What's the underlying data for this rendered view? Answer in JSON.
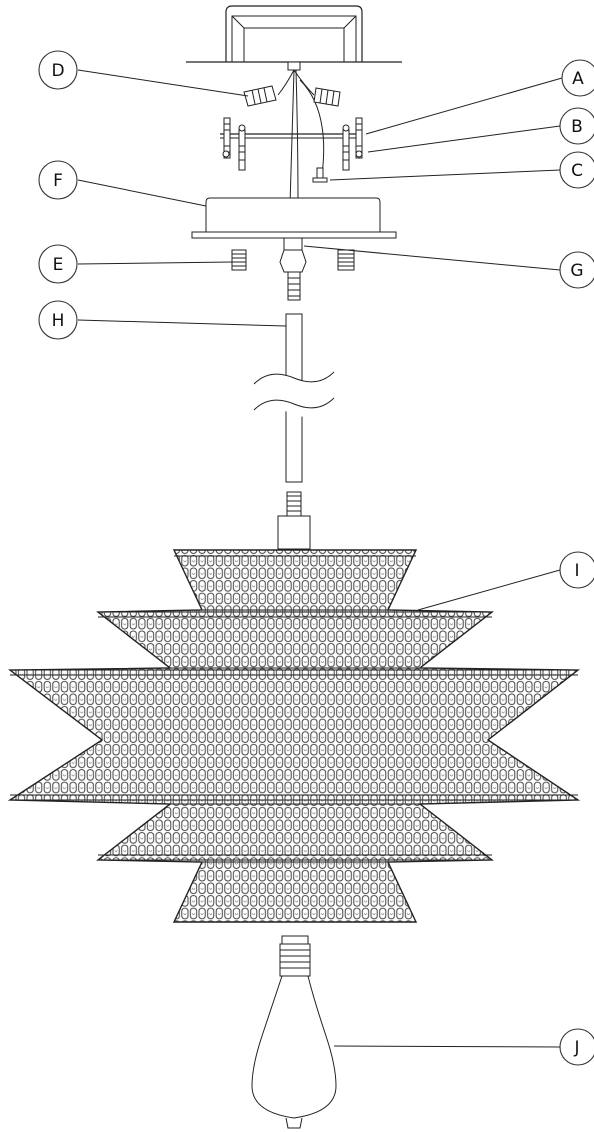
{
  "colors": {
    "line": "#222222",
    "background": "#ffffff",
    "mesh": "#444444"
  },
  "callouts": [
    {
      "letter": "A"
    },
    {
      "letter": "B"
    },
    {
      "letter": "C"
    },
    {
      "letter": "D"
    },
    {
      "letter": "E"
    },
    {
      "letter": "F"
    },
    {
      "letter": "G"
    },
    {
      "letter": "H"
    },
    {
      "letter": "I"
    },
    {
      "letter": "J"
    }
  ]
}
